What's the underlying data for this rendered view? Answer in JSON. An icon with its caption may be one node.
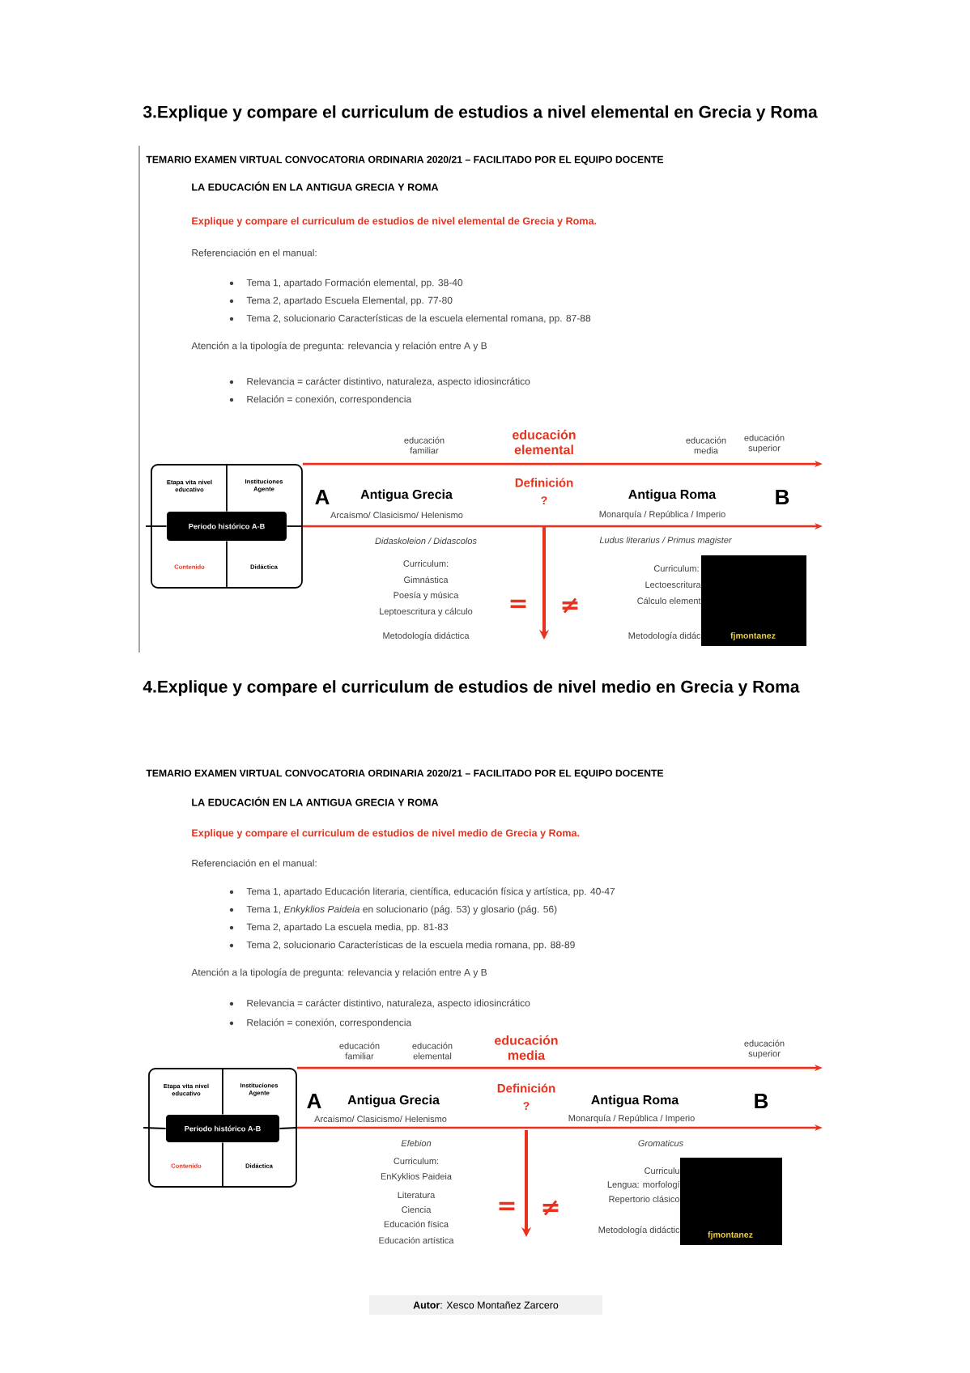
{
  "diagram": {
    "nodes": [
      {
        "text": [],
        "shape": "box"
      },
      {
        "text": [
          "Etapa vita nivel educativo"
        ],
        "in": 0
      },
      {
        "text": [
          "Instituciones Agente"
        ],
        "in": 0
      },
      {
        "text": [
          "Periodo histórico A-B"
        ],
        "in": 0
      },
      {
        "text": [
          "Contenido"
        ],
        "in": 0
      },
      {
        "text": [
          "Didáctica"
        ],
        "in": 0
      },
      {
        "text": [],
        "shape": "box"
      },
      {
        "text": [
          "Etapa vita nivel educativo"
        ],
        "in": 6
      },
      {
        "text": [
          "Instituciones Agente"
        ],
        "in": 6
      },
      {
        "text": [
          "Periodo histórico A-B"
        ],
        "in": 6
      },
      {
        "text": [
          "Contenido"
        ],
        "in": 6
      },
      {
        "text": [
          "Didáctica"
        ],
        "in": 6
      }
    ],
    "edges": [
      {
        "from": 0,
        "to": null,
        "arrow": "to"
      },
      {
        "from": 0,
        "to": null,
        "arrow": "to"
      },
      {
        "from": 6,
        "to": null,
        "arrow": "to"
      },
      {
        "from": 6,
        "to": null,
        "arrow": "to"
      }
    ],
    "labels": [
      "3.Explique y compare el curriculum de estudios a nivel elemental en Grecia y Roma",
      "TEMARIO EXAMEN VIRTUAL CONVOCATORIA ORDINARIA 2020/21 – FACILITADO POR EL EQUIPO DOCENTE",
      "LA EDUCACIÓN EN LA ANTIGUA GRECIA Y ROMA",
      "Explique y compare el curriculum de estudios de nivel elemental de Grecia y Roma.",
      "Referenciación en el manual:",
      "Tema 1, apartado Formación elemental, pp. 38-40",
      "Tema 2, apartado Escuela Elemental, pp. 77-80",
      "Tema 2, solucionario Características de la escuela elemental romana, pp. 87-88",
      "Atención a la tipología de pregunta: relevancia y relación entre A y B",
      "Relevancia = carácter distintivo, naturaleza, aspecto idiosincrático",
      "Relación = conexión, correspondencia",
      "educación familiar",
      "educación elemental",
      "educación media",
      "educación superior",
      "Definición",
      "?",
      "A",
      "Antigua Grecia",
      "Arcaísmo/ Clasicismo/ Helenismo",
      "Antigua Roma",
      "Monarquía / República / Imperio",
      "B",
      "Didaskoleion / Didascolos",
      "Ludus literarius / Primus magister",
      "Curriculum:",
      "Gimnástica",
      "Poesía y música",
      "Leptoescritura y cálculo",
      "=",
      "≠",
      "Curriculum:",
      "Lectoescritura",
      "Cálculo element",
      "Metodología didáctica",
      "Metodología didác",
      "fjmontanez",
      "4.Explique y compare el curriculum de estudios de nivel medio en Grecia y Roma",
      "TEMARIO EXAMEN VIRTUAL CONVOCATORIA ORDINARIA 2020/21 – FACILITADO POR EL EQUIPO DOCENTE",
      "LA EDUCACIÓN EN LA ANTIGUA GRECIA Y ROMA",
      "Explique y compare el curriculum de estudios de nivel medio de Grecia y Roma.",
      "Referenciación en el manual:",
      "Tema 1, apartado Educación literaria, científica, educación física y artística, pp. 40-47",
      "Tema 1, *Enkyklios Paideia* en solucionario (pág. 53) y glosario (pág. 56)",
      "Tema 2, apartado La escuela media, pp. 81-83",
      "Tema 2, solucionario Características de la escuela media romana, pp. 88-89",
      "Atención a la tipología de pregunta: relevancia y relación entre A y B",
      "Relevancia = carácter distintivo, naturaleza, aspecto idiosincrático",
      "Relación = conexión, correspondencia",
      "educación familiar",
      "educación elemental",
      "educación media",
      "educación superior",
      "Definición",
      "?",
      "A",
      "Antigua Grecia",
      "Arcaísmo/ Clasicismo/ Helenismo",
      "Antigua Roma",
      "Monarquía / República / Imperio",
      "B",
      "Efebion",
      "Gromaticus",
      "Curriculum:",
      "EnKyklios Paideia",
      "Literatura",
      "Ciencia",
      "Educación física",
      "Educación artística",
      "=",
      "≠",
      "Curriculu",
      "Lengua: morfologí",
      "Repertorio clásico",
      "Metodología didáctic",
      "fjmontanez",
      "**Autor**: Xesco Montañez Zarcero"
    ]
  }
}
